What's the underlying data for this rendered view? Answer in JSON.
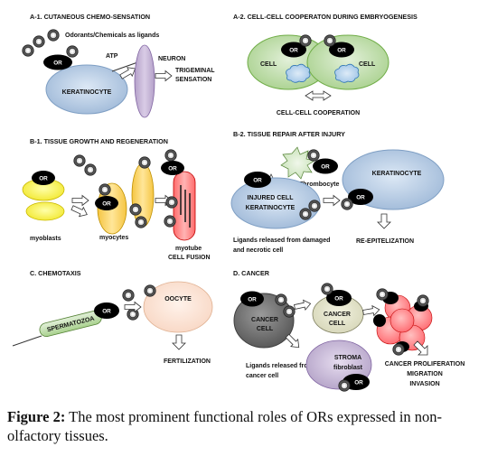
{
  "panels": {
    "a1": {
      "title": "A-1. CUTANEOUS CHEMO-SENSATION",
      "ligands": "Odorants/Chemicals as ligands",
      "or": "OR",
      "cell": "KERATINOCYTE",
      "atp": "ATP",
      "neuron": "NEURON",
      "sensation_1": "TRIGEMINAL",
      "sensation_2": "SENSATION"
    },
    "a2": {
      "title": "A-2. CELL-CELL COOPERATON DURING EMBRYOGENESIS",
      "cell_left": "CELL",
      "cell_right": "CELL",
      "or_left": "OR",
      "or_right": "OR",
      "result": "CELL-CELL COOPERATION"
    },
    "b1": {
      "title": "B-1. TISSUE GROWTH AND REGENERATION",
      "or_1": "OR",
      "or_2": "OR",
      "or_3": "OR",
      "myoblasts": "myoblasts",
      "myocytes": "myocytes",
      "myotube": "myotube",
      "fusion": "CELL FUSION"
    },
    "b2": {
      "title": "B-2. TISSUE REPAIR AFTER INJURY",
      "or_1": "OR",
      "or_2": "OR",
      "or_3": "OR",
      "thrombocyte": "Thrombocyte",
      "injured_1": "INJURED CELL",
      "injured_2": "KERATINOCYTE",
      "keratinocyte": "KERATINOCYTE",
      "ligands_1": "Ligands released from damaged",
      "ligands_2": "and necrotic cell",
      "result": "RE-EPITELIZATION"
    },
    "c": {
      "title": "C. CHEMOTAXIS",
      "sperm": "SPERMATOZOA",
      "or": "OR",
      "oocyte": "OOCYTE",
      "result": "FERTILIZATION"
    },
    "d": {
      "title": "D. CANCER",
      "or_1": "OR",
      "or_2": "OR",
      "or_3": "OR",
      "cancer_1": "CANCER",
      "cancer_2": "CELL",
      "cancer2_1": "CANCER",
      "cancer2_2": "CELL",
      "stroma_1": "STROMA",
      "stroma_2": "fibroblast",
      "ligands_1": "Ligands released from",
      "ligands_2": "cancer cell",
      "result_1": "CANCER PROLIFERATION",
      "result_2": "MIGRATION",
      "result_3": "INVASION"
    }
  },
  "caption": {
    "label": "Figure 2:",
    "text": " The most prominent functional roles of ORs expressed in non-olfactory tissues."
  },
  "colors": {
    "keratinocyte": "#b8cce4",
    "neuron": "#c3b2d4",
    "embryo_cell": "#c5e0b4",
    "myoblast": "#ffff66",
    "myocyte": "#ffd966",
    "myotube": "#ff8080",
    "oocyte": "#fce4d6",
    "sperm": "#c5e0b4",
    "cancer": "#7f7f7f",
    "stroma": "#ccc0da",
    "cancer_cluster": "#ff7c80"
  },
  "icons": [
    "ligand-ring-icon",
    "arrow-icon",
    "cloud-icon",
    "starburst-icon",
    "receptor-icon"
  ]
}
